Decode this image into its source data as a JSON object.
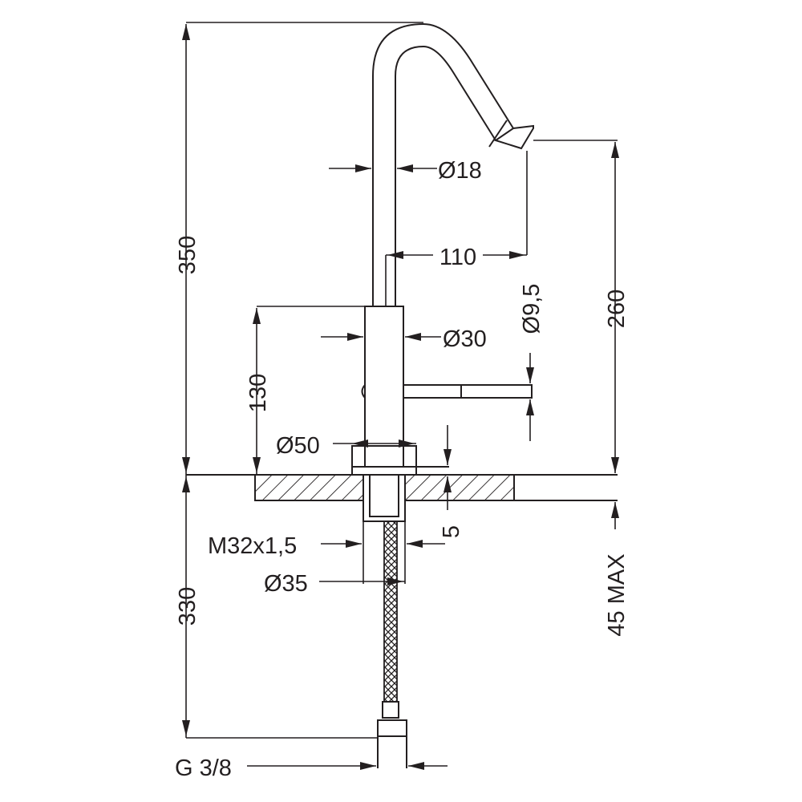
{
  "dimensions": {
    "total_height": "350",
    "below_deck_height": "330",
    "spout_height": "260",
    "body_height": "130",
    "spout_reach": "110",
    "spout_tube_diameter": "Ø18",
    "body_diameter": "Ø30",
    "base_diameter": "Ø50",
    "lever_diameter": "Ø9,5",
    "thread": "M32x1,5",
    "shank_diameter": "Ø35",
    "connection": "G 3/8",
    "deck_thickness_max": "45 MAX",
    "base_offset": "5"
  },
  "colors": {
    "line": "#231f20",
    "background": "#ffffff"
  }
}
